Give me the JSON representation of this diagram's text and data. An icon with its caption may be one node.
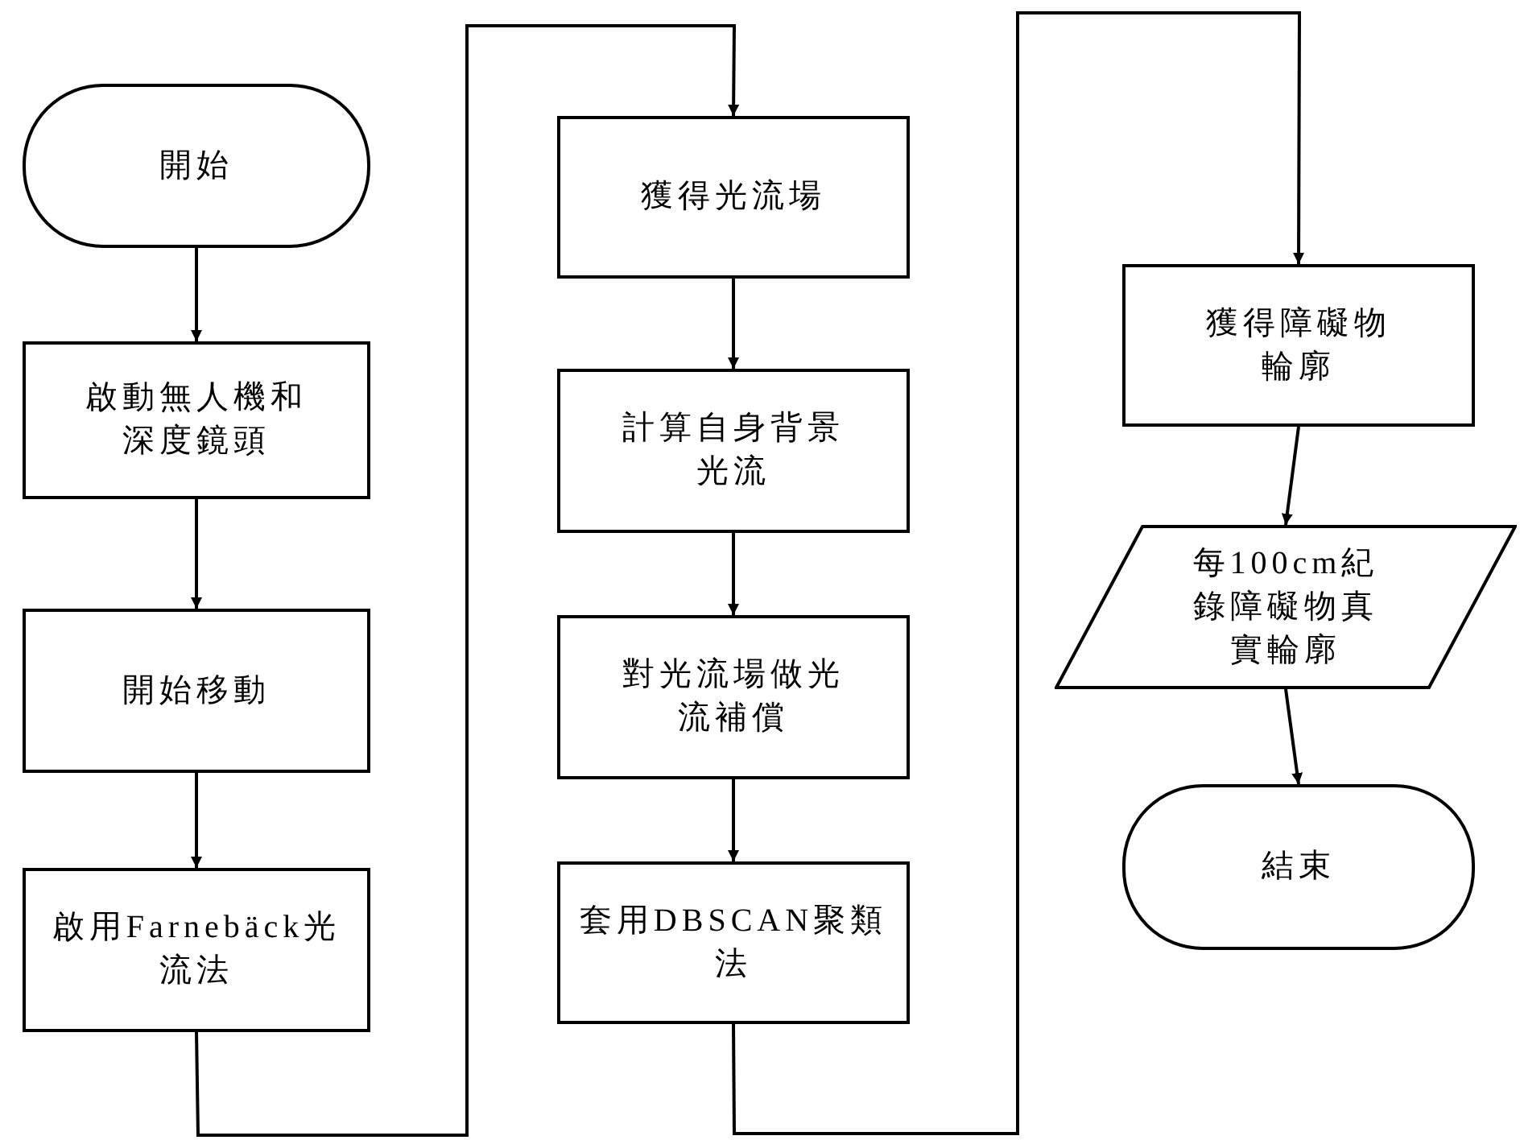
{
  "diagram": {
    "nodes": [
      {
        "text": [
          "開始"
        ]
      },
      {
        "text": [
          "啟動無人機和深度鏡頭"
        ]
      },
      {
        "text": [
          "開始移動"
        ]
      },
      {
        "text": [
          "啟用Farnebäck光流法"
        ]
      },
      {
        "text": [
          "獲得光流場"
        ]
      },
      {
        "text": [
          "計算自身背景光流"
        ]
      },
      {
        "text": [
          "對光流場做光流補償"
        ]
      },
      {
        "text": [
          "套用DBSCAN聚類法"
        ]
      },
      {
        "text": [
          "獲得障礙物輪廓"
        ]
      },
      {
        "text": [
          "每100cm紀錄障礙物真實輪廓"
        ]
      },
      {
        "text": [
          "結束"
        ]
      }
    ],
    "edges": [
      {
        "from": 0,
        "to": 1,
        "arrow": "to"
      },
      {
        "from": 1,
        "to": 2,
        "arrow": "to"
      },
      {
        "from": 2,
        "to": 3,
        "arrow": "to"
      },
      {
        "from": 3,
        "to": 4,
        "arrow": "to"
      },
      {
        "from": 4,
        "to": 5,
        "arrow": "to"
      },
      {
        "from": 5,
        "to": 6,
        "arrow": "to"
      },
      {
        "from": 6,
        "to": 7,
        "arrow": "to"
      },
      {
        "from": 7,
        "to": 8,
        "arrow": "to"
      },
      {
        "from": 8,
        "to": 9,
        "arrow": "to"
      },
      {
        "from": 9,
        "to": 10,
        "arrow": "to"
      }
    ]
  }
}
